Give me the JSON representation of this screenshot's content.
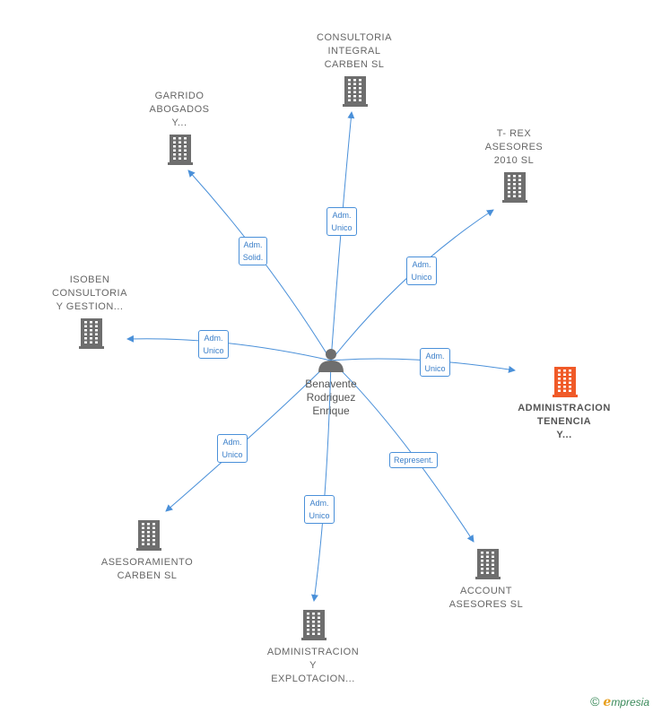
{
  "colors": {
    "edge": "#4a90d9",
    "company": "#6e6e6e",
    "highlight": "#f05a28",
    "person": "#6e6e6e"
  },
  "center": {
    "label": "Benavente\nRodriguez\nEnrique",
    "icon": "person-icon"
  },
  "companies": [
    {
      "id": "consultoria-integral",
      "label": "CONSULTORIA\nINTEGRAL\nCARBEN SL",
      "highlight": false
    },
    {
      "id": "garrido-abogados",
      "label": "GARRIDO\nABOGADOS\nY...",
      "highlight": false
    },
    {
      "id": "t-rex-asesores",
      "label": "T- REX\nASESORES\n2010 SL",
      "highlight": false
    },
    {
      "id": "isoben-consultoria",
      "label": "ISOBEN\nCONSULTORIA\nY GESTION...",
      "highlight": false
    },
    {
      "id": "administracion-tenencia",
      "label": "ADMINISTRACION\nTENENCIA\nY...",
      "highlight": true
    },
    {
      "id": "asesoramiento-carben",
      "label": "ASESORAMIENTO\nCARBEN SL",
      "highlight": false
    },
    {
      "id": "account-asesores",
      "label": "ACCOUNT\nASESORES SL",
      "highlight": false
    },
    {
      "id": "administracion-explotacion",
      "label": "ADMINISTRACION\nY\nEXPLOTACION...",
      "highlight": false
    }
  ],
  "edges": [
    {
      "to": "consultoria-integral",
      "label": "Adm.\nUnico"
    },
    {
      "to": "garrido-abogados",
      "label": "Adm.\nSolid."
    },
    {
      "to": "t-rex-asesores",
      "label": "Adm.\nUnico"
    },
    {
      "to": "isoben-consultoria",
      "label": "Adm.\nUnico"
    },
    {
      "to": "administracion-tenencia",
      "label": "Adm.\nUnico"
    },
    {
      "to": "asesoramiento-carben",
      "label": "Adm.\nUnico"
    },
    {
      "to": "account-asesores",
      "label": "Represent."
    },
    {
      "to": "administracion-explotacion",
      "label": "Adm.\nUnico"
    }
  ],
  "footer": {
    "copyright": "©",
    "brand_initial": "e",
    "brand_rest": "mpresia"
  }
}
